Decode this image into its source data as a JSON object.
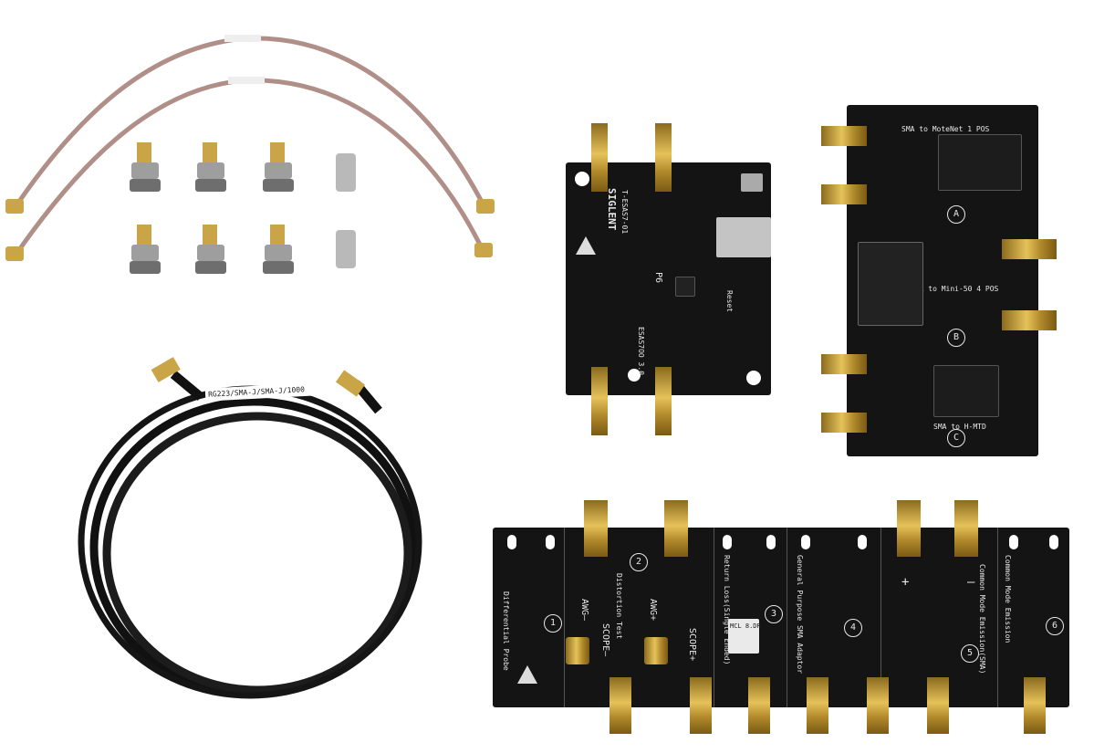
{
  "cable_label": "RG223/SMA-J/SMA-J/1000",
  "board_top_left": {
    "brand": "SIGLENT",
    "model": "T-ESAS7-01",
    "part": "ESAS7OO 3.0",
    "symbol": "P6",
    "labels": [
      "Reset"
    ]
  },
  "board_top_right": {
    "labels": [
      "SMA to MoteNet 1 POS",
      "SMA to Mini-50 4 POS",
      "SMA to H-MTD"
    ],
    "sections": [
      "A",
      "B",
      "C"
    ]
  },
  "board_bottom": {
    "sections": [
      {
        "num": "1",
        "label": "Differential Probe"
      },
      {
        "num": "2",
        "label": "Distortion Test"
      },
      {
        "num": "3",
        "label": "Return Loss(Single Ended)"
      },
      {
        "num": "4",
        "label": "General Purpose SMA Adaptor"
      },
      {
        "num": "5",
        "label": "Common Mode Emission(SMA)"
      },
      {
        "num": "6",
        "label": "Common Mode Emission"
      }
    ],
    "awg_minus": "AWG—",
    "awg_plus": "AWG+",
    "scope_minus": "SCOPE—",
    "scope_plus": "SCOPE+",
    "part_label": "MCL 8.DR",
    "plus": "+",
    "minus": "—"
  }
}
